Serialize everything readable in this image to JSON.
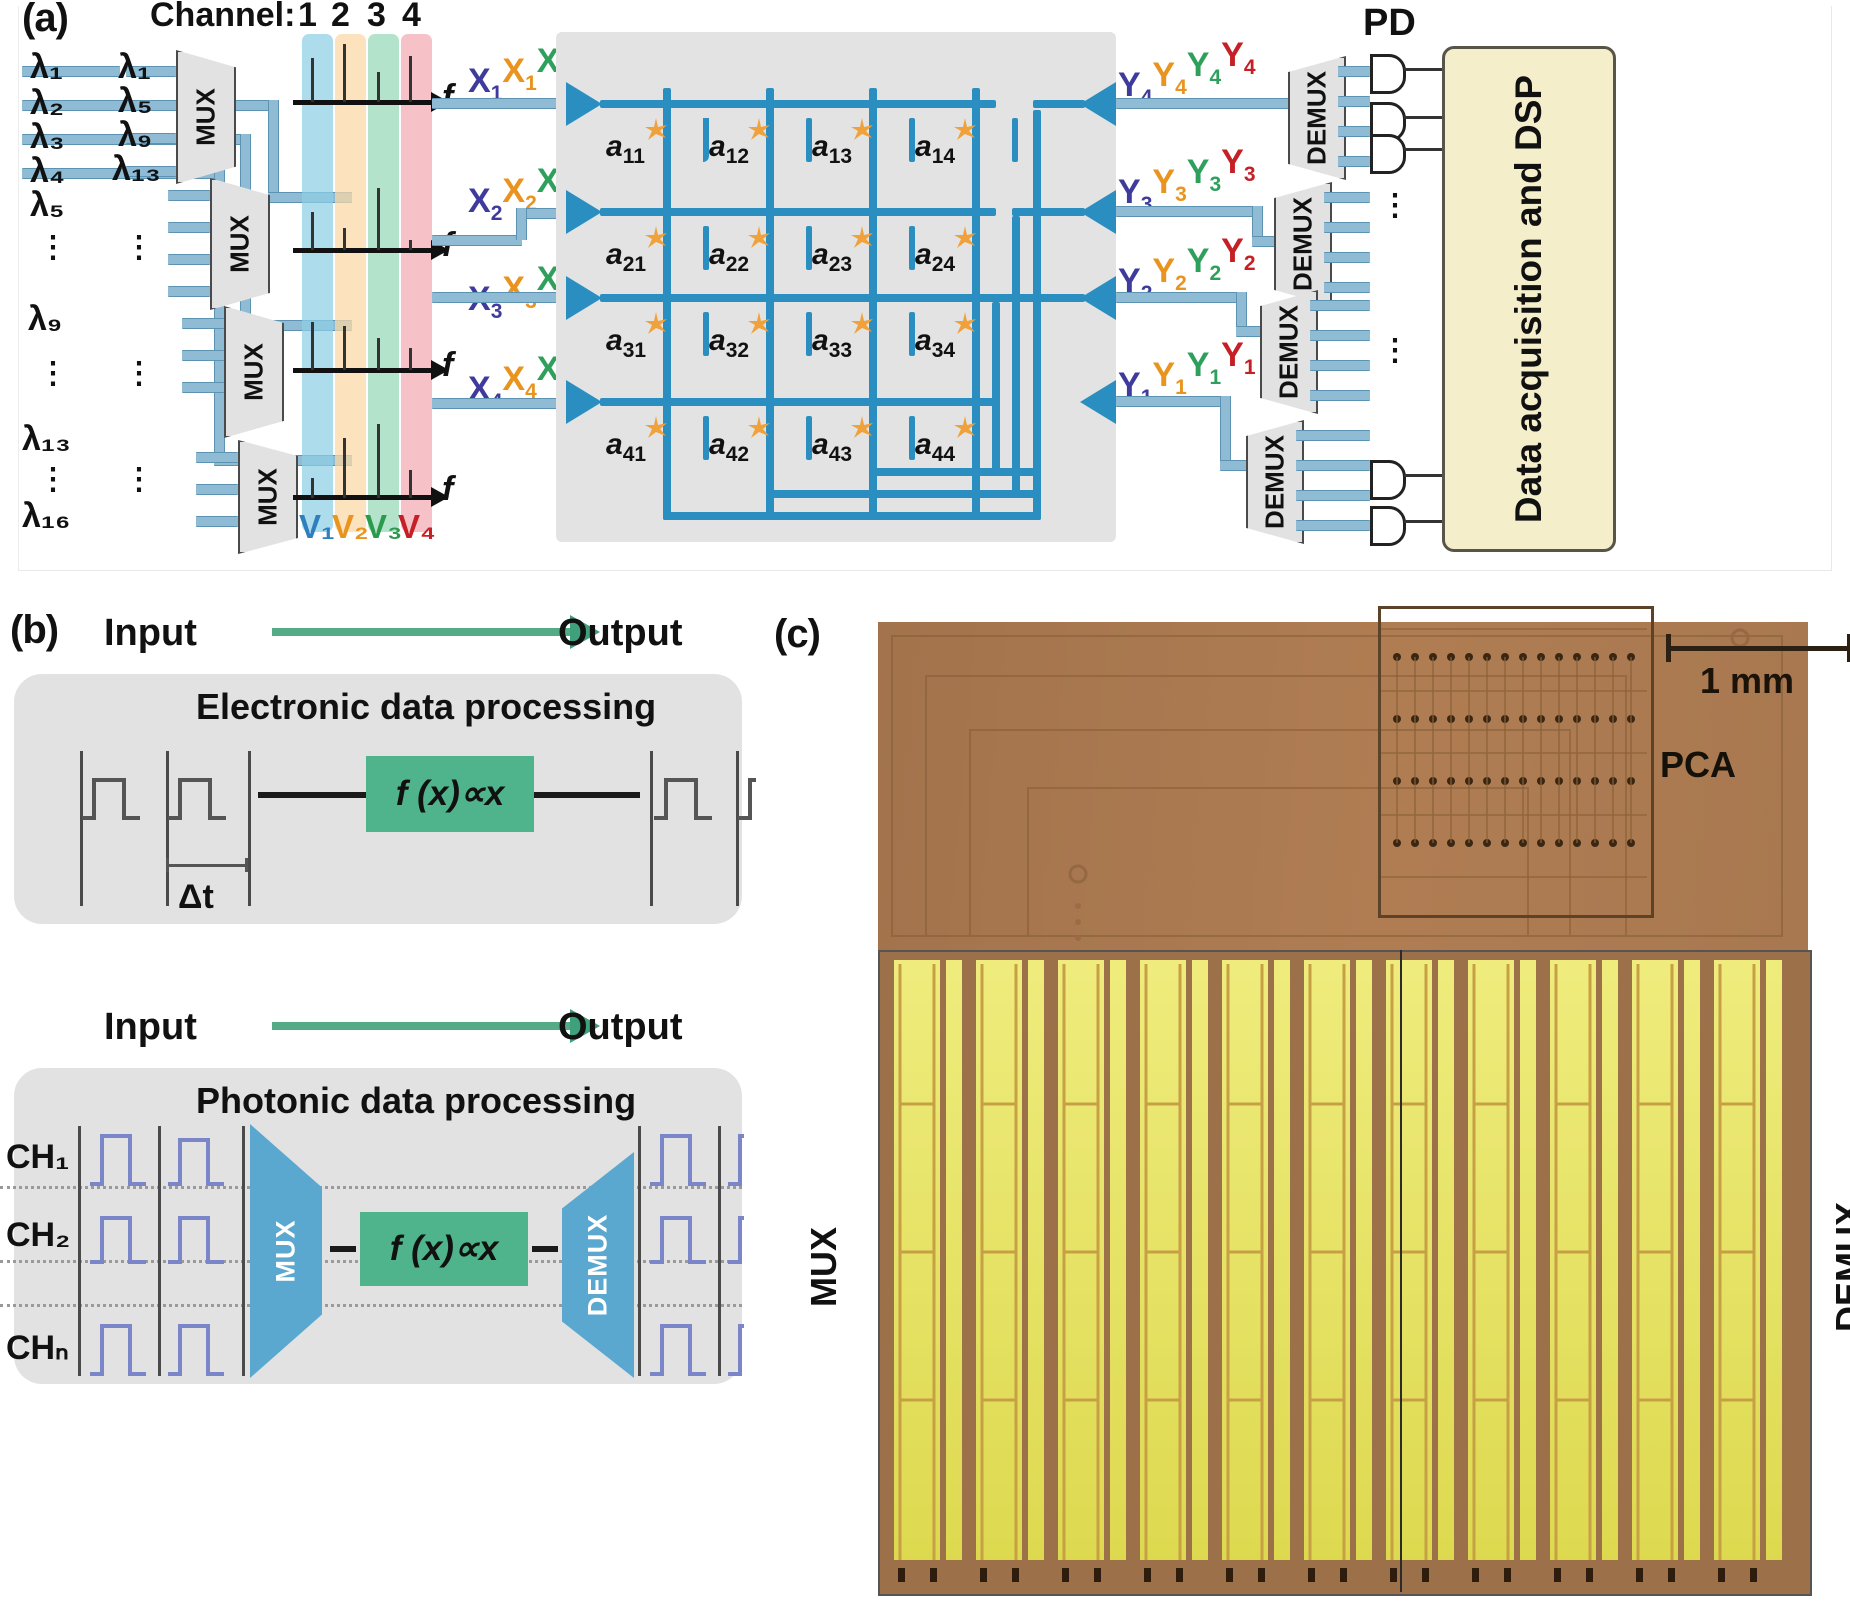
{
  "figure": {
    "panels": [
      {
        "id": "a",
        "label": "(a)"
      },
      {
        "id": "b",
        "label": "(b)"
      },
      {
        "id": "c",
        "label": "(c)"
      }
    ]
  },
  "panel_a": {
    "panel_label": "(a)",
    "channel_header": "Channel:",
    "channel_numbers": [
      "1",
      "2",
      "3",
      "4"
    ],
    "input_wavelengths": [
      "λ₁",
      "λ₂",
      "λ₃",
      "λ₄",
      "λ₅",
      "λ₉",
      "λ₁₃",
      "λ₁₆"
    ],
    "mux_wavelength_groups": [
      [
        "λ₁",
        "λ₅",
        "λ₉",
        "λ₁₃"
      ]
    ],
    "mux_label": "MUX",
    "demux_label": "DEMUX",
    "pd_label": "PD",
    "dsp_label": "Data acquisition and DSP",
    "freq_axis_label": "f",
    "vertical_dots": "⋮",
    "voltage_labels": [
      "V₁",
      "V₂",
      "V₃",
      "V₄"
    ],
    "x_labels": [
      {
        "base": "X",
        "sub": "1"
      },
      {
        "base": "X",
        "sub": "2"
      },
      {
        "base": "X",
        "sub": "3"
      },
      {
        "base": "X",
        "sub": "4"
      }
    ],
    "y_labels": [
      {
        "base": "Y",
        "sub": "4"
      },
      {
        "base": "Y",
        "sub": "3"
      },
      {
        "base": "Y",
        "sub": "2"
      },
      {
        "base": "Y",
        "sub": "1"
      }
    ],
    "matrix_rows": [
      [
        "a",
        "a",
        "a",
        "a"
      ],
      [
        "a",
        "a",
        "a",
        "a"
      ],
      [
        "a",
        "a",
        "a",
        "a"
      ],
      [
        "a",
        "a",
        "a",
        "a"
      ]
    ],
    "matrix_indices": [
      [
        "11",
        "12",
        "13",
        "14"
      ],
      [
        "21",
        "22",
        "23",
        "24"
      ],
      [
        "31",
        "32",
        "33",
        "34"
      ],
      [
        "41",
        "42",
        "43",
        "44"
      ]
    ],
    "channel_colors": [
      "#8ecfe4",
      "#fbd8a4",
      "#96d8b6",
      "#f2a9b2"
    ],
    "symbol_colors": [
      "#3f3b9c",
      "#e8941f",
      "#2ea05c",
      "#c42026"
    ],
    "waveguide_color": "#8fbcd4",
    "bus_color": "#2a8fc0",
    "mrr_color": "#f0a13a",
    "dsp_fill": "#f4eecb"
  },
  "panel_b": {
    "panel_label": "(b)",
    "input_label": "Input",
    "output_label": "Output",
    "electronic_title": "Electronic data processing",
    "photonic_title": "Photonic data processing",
    "function_label": "f (x)∝x",
    "delta_t_label": "Δt",
    "channel_labels": [
      "CH₁",
      "CH₂",
      "CHₙ"
    ],
    "mux_label": "MUX",
    "demux_label": "DEMUX",
    "arrow_color": "#56ab87",
    "function_fill": "#4fb48c",
    "mux_fill": "#5aa8d0"
  },
  "panel_c": {
    "panel_label": "(c)",
    "pca_label": "PCA",
    "scale_bar_label": "1 mm",
    "mux_label": "MUX",
    "demux_label": "DEMUX",
    "chip_color": "#a9784f",
    "gold_color": "#e9e86a"
  }
}
